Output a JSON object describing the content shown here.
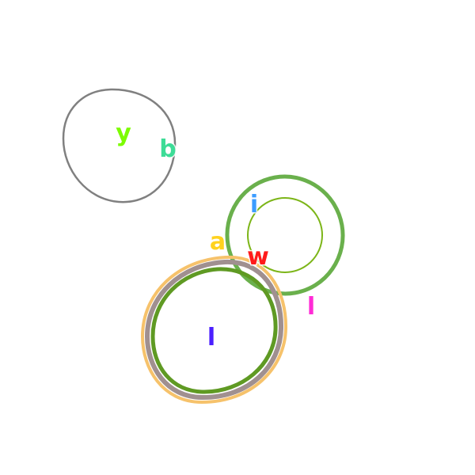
{
  "shapes": [
    {
      "id": "gray-loop",
      "color": "#808080"
    },
    {
      "id": "green-ring-outer",
      "color": "#6ab04c"
    },
    {
      "id": "green-ring-inner",
      "color": "#7cb518"
    },
    {
      "id": "orange-halo",
      "color": "#f6c26b"
    },
    {
      "id": "gray-ring",
      "color": "#a09090"
    },
    {
      "id": "olive-ring",
      "color": "#5f9a23"
    }
  ],
  "letters": [
    {
      "id": "y",
      "text": "y",
      "color": "#7cfc00"
    },
    {
      "id": "b",
      "text": "b",
      "color": "#3ddc97"
    },
    {
      "id": "i",
      "text": "i",
      "color": "#3b9cff"
    },
    {
      "id": "a",
      "text": "a",
      "color": "#ffd21f"
    },
    {
      "id": "w",
      "text": "w",
      "color": "#ff1a1a"
    },
    {
      "id": "l-magenta",
      "text": "l",
      "color": "#ff2bd6"
    },
    {
      "id": "l-blue",
      "text": "l",
      "color": "#4b1fff"
    }
  ]
}
